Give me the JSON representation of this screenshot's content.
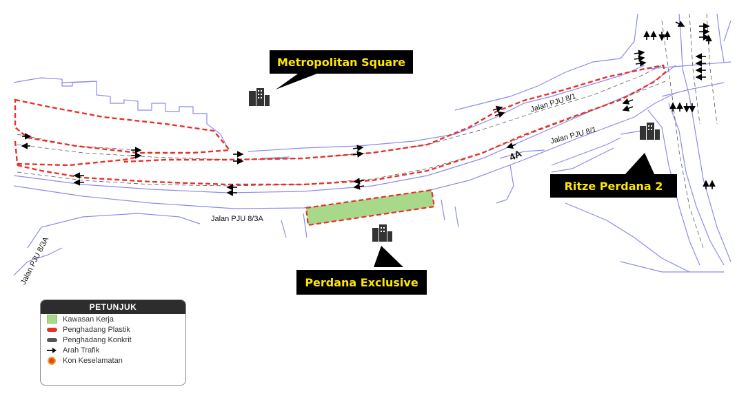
{
  "buildings": {
    "metropolitan_square": "Metropolitan Square",
    "ritze_perdana_2": "Ritze Perdana 2",
    "perdana_exclusive": "Perdana Exclusive"
  },
  "roads": {
    "jalan_pju_8_1_upper": "Jalan PJU 8/1",
    "jalan_pju_8_1_lower": "Jalan PJU 8/1",
    "jalan_pju_8_3a_main": "Jalan PJU 8/3A",
    "jalan_pju_8_3a_side": "Jalan PJU 8/3A",
    "road_marker": "4A"
  },
  "legend": {
    "title": "PETUNJUK",
    "items": [
      {
        "label": "Kawasan Kerja",
        "symbol": "green-box",
        "color": "#a8d88a"
      },
      {
        "label": "Penghadang Plastik",
        "symbol": "red-bar",
        "color": "#e8302a"
      },
      {
        "label": "Penghadang Konkrit",
        "symbol": "grey-bar",
        "color": "#555555"
      },
      {
        "label": "Arah Trafik",
        "symbol": "arrow-icon",
        "color": "#000000"
      },
      {
        "label": "Kon Keselamatan",
        "symbol": "cone-icon",
        "color": "#e34a1c"
      }
    ]
  },
  "colors": {
    "road_edge": "#8a8af0",
    "barrier": "#e8302a",
    "work_zone": "#a8d88a",
    "callout_bg": "#000000",
    "callout_text": "#ffe600"
  }
}
